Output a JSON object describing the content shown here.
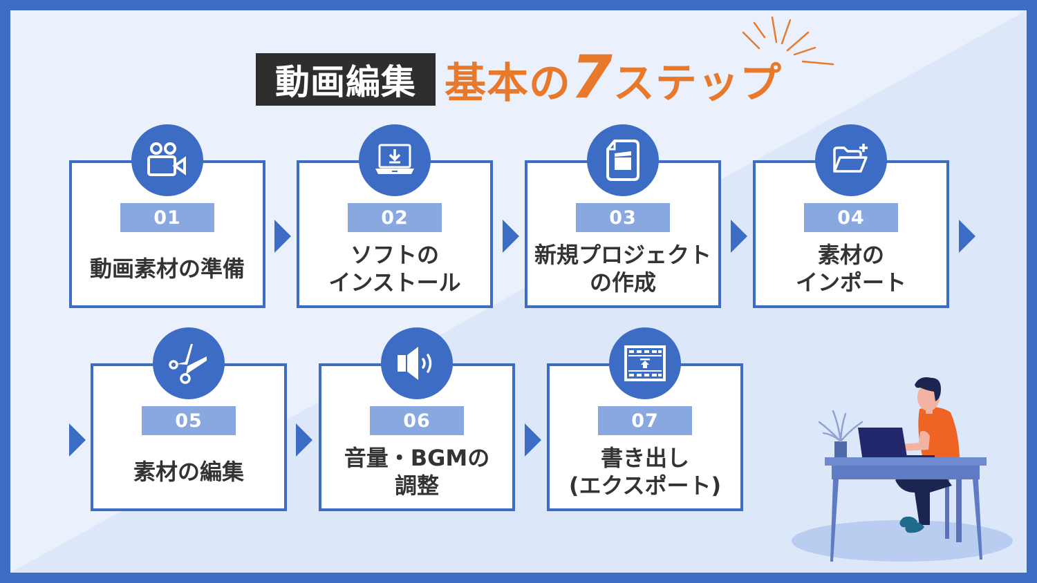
{
  "title": {
    "black_label": "動画編集",
    "orange_prefix": "基本の",
    "orange_number": "7",
    "orange_suffix": "ステップ"
  },
  "colors": {
    "frame": "#3d6cc4",
    "accent_blue": "#3d6cc4",
    "number_badge": "#8aa8e0",
    "title_orange": "#e8792a",
    "title_black_bg": "#2e2e2e",
    "text_dark": "#333333",
    "background_light": "#eaf1fd",
    "background_diagonal": "#dce8fa"
  },
  "steps": [
    {
      "number": "01",
      "icon": "video-camera-icon",
      "line1": "動画素材の準備",
      "line2": ""
    },
    {
      "number": "02",
      "icon": "laptop-download-icon",
      "line1": "ソフトの",
      "line2": "インストール"
    },
    {
      "number": "03",
      "icon": "clapperboard-file-icon",
      "line1": "新規プロジェクト",
      "line2": "の作成"
    },
    {
      "number": "04",
      "icon": "folder-add-icon",
      "line1": "素材の",
      "line2": "インポート"
    },
    {
      "number": "05",
      "icon": "scissors-icon",
      "line1": "素材の編集",
      "line2": ""
    },
    {
      "number": "06",
      "icon": "speaker-volume-icon",
      "line1": "音量・BGMの",
      "line2": "調整"
    },
    {
      "number": "07",
      "icon": "film-export-icon",
      "line1": "書き出し",
      "line2": "(エクスポート)"
    }
  ],
  "illustration": "person-working-at-laptop-desk"
}
